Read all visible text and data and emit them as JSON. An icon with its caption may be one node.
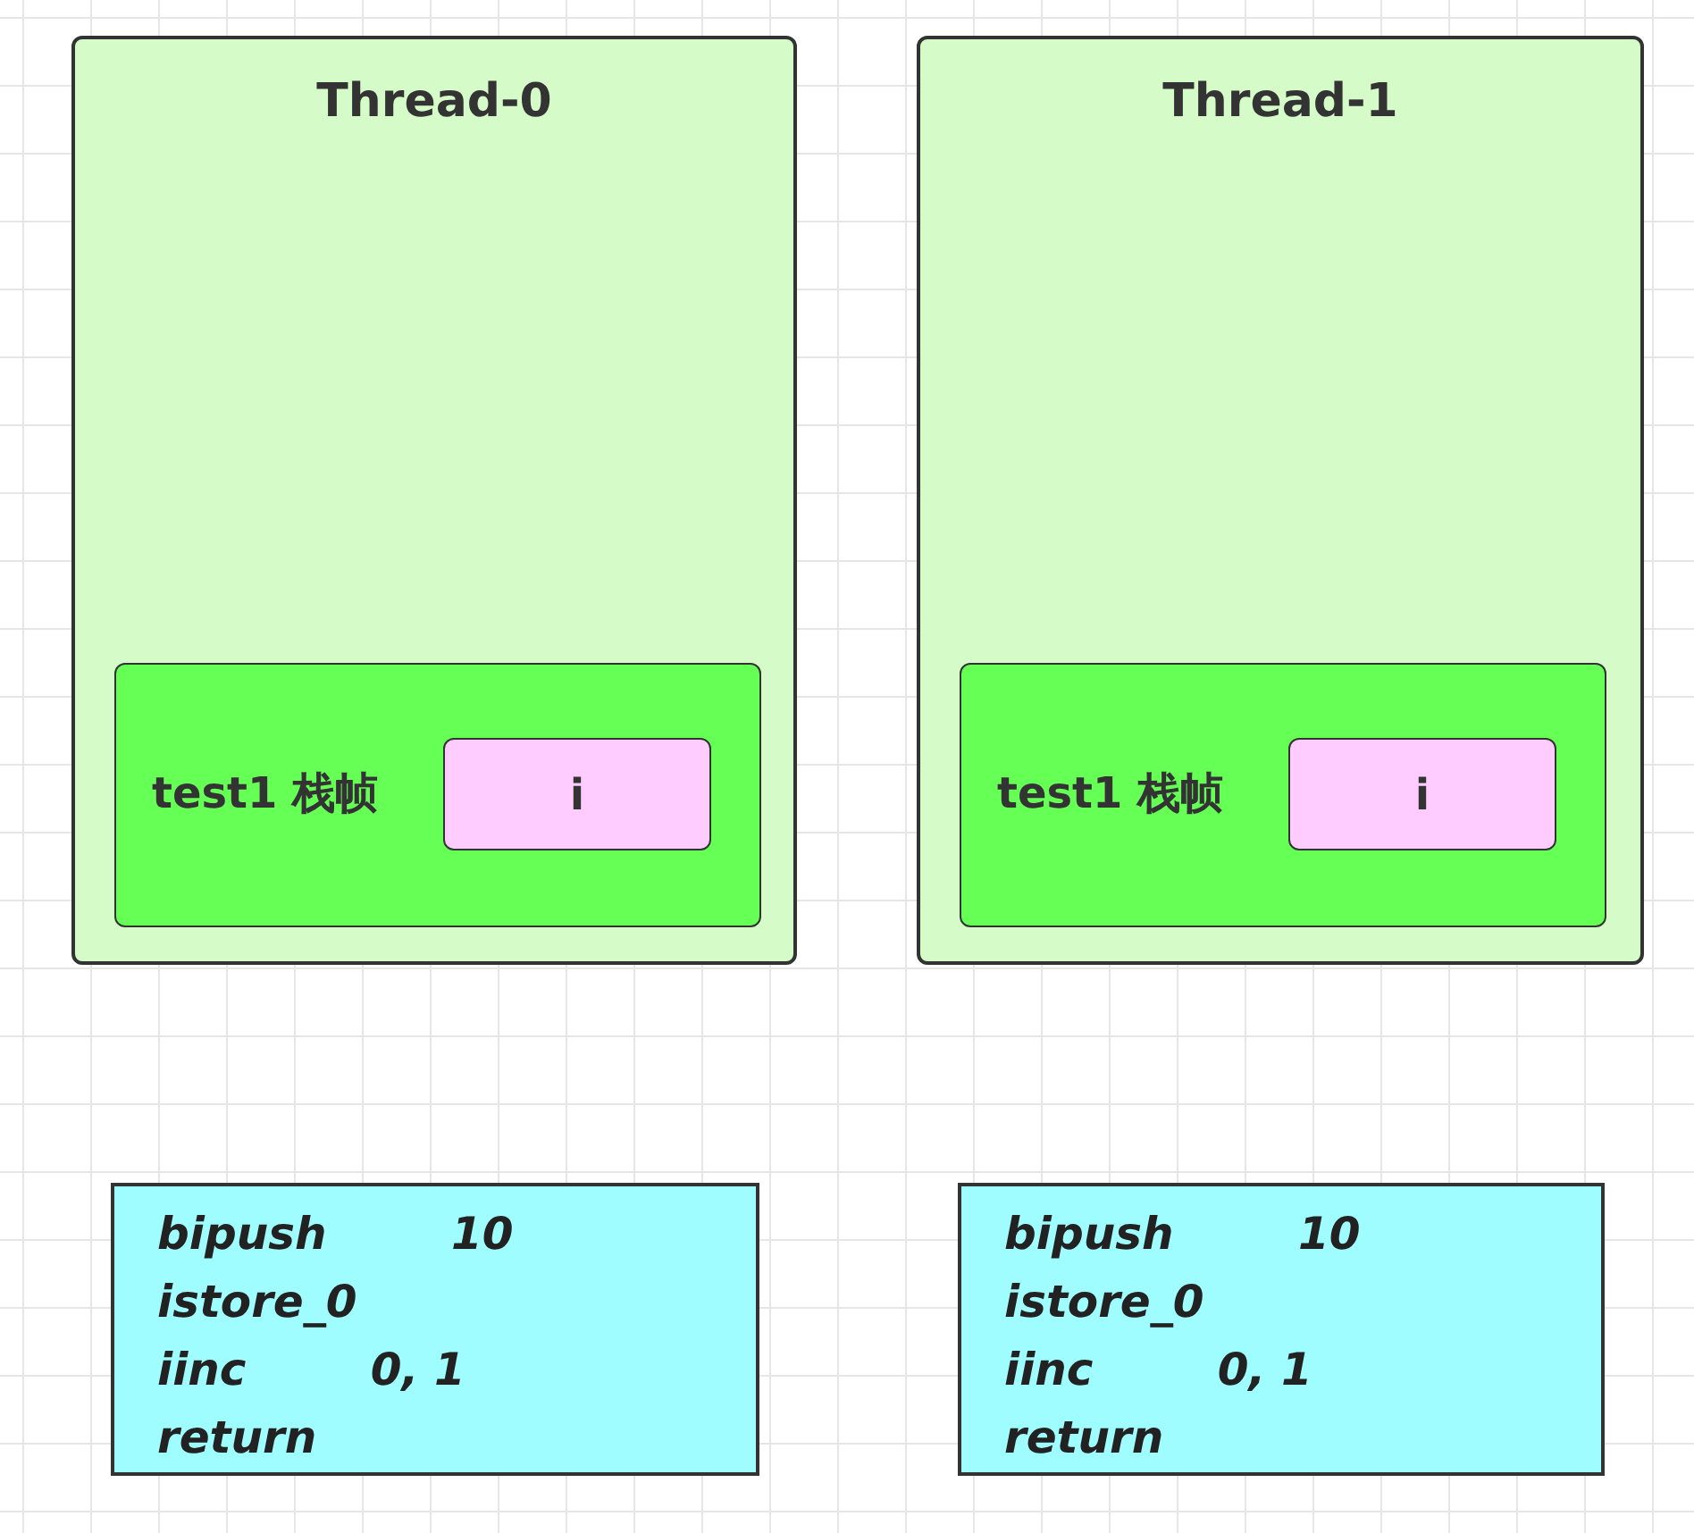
{
  "diagram": {
    "nodes": [
      {
        "text": [
          "Thread-0"
        ]
      },
      {
        "text": [
          "test1 栈帧"
        ],
        "in": 0
      },
      {
        "text": [
          "i"
        ],
        "in": 1
      },
      {
        "text": [
          "Thread-1"
        ]
      },
      {
        "text": [
          "test1 栈帧"
        ],
        "in": 3
      },
      {
        "text": [
          "i"
        ],
        "in": 4
      },
      {
        "text": [
          "bipush        10",
          "istore_0",
          "iinc        0, 1",
          "return"
        ]
      },
      {
        "text": [
          "bipush        10",
          "istore_0",
          "iinc        0, 1",
          "return"
        ]
      }
    ]
  }
}
